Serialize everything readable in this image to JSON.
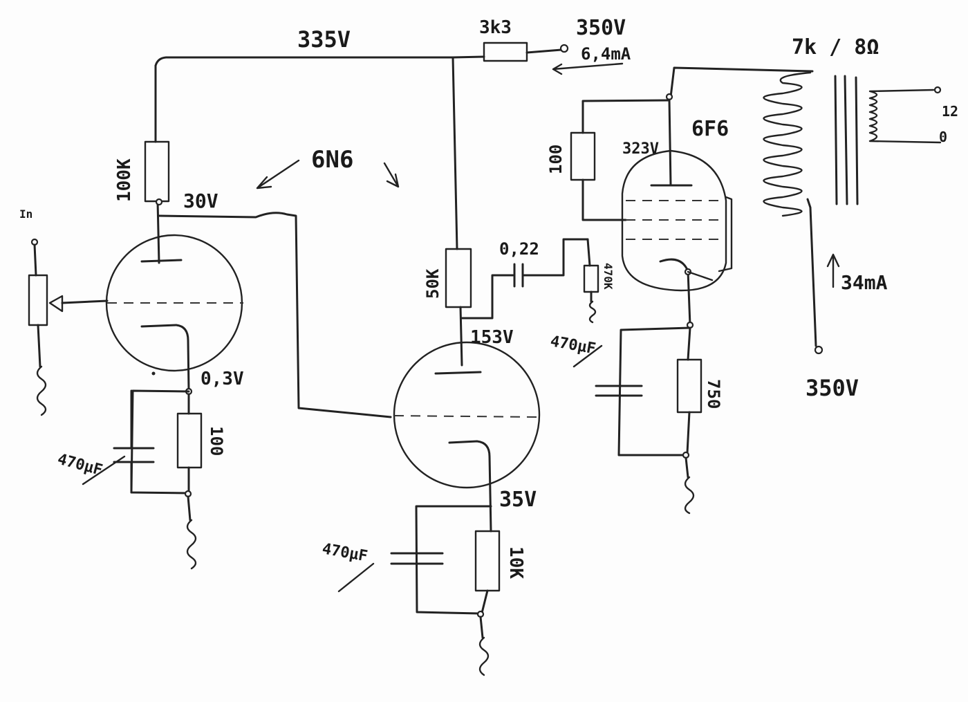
{
  "labels": {
    "v335": "335V",
    "r3k3": "3k3",
    "v350_top": "350V",
    "i64": "6,4mA",
    "xfmr": "7k / 8Ω",
    "tap12": "12",
    "tap0": "0",
    "r100k": "100K",
    "v30": "30V",
    "tube_6n6": "6N6",
    "in": "In",
    "v03": "0,3V",
    "c470_1": "470µF",
    "r100_1": "100",
    "r50k": "50K",
    "c022": "0,22",
    "r470k": "470K",
    "v153": "153V",
    "v35": "35V",
    "c470_2": "470µF",
    "r10k": "10K",
    "r100_2": "100",
    "v323": "323V",
    "tube_6f6": "6F6",
    "c470_3": "470µF",
    "r750": "750",
    "i34": "34mA",
    "v350_bot": "350V"
  }
}
